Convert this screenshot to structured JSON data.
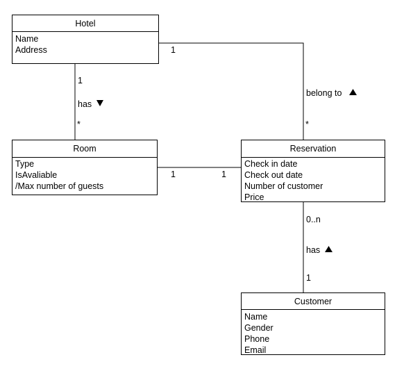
{
  "classes": {
    "hotel": {
      "name": "Hotel",
      "attributes": [
        "Name",
        "Address"
      ]
    },
    "room": {
      "name": "Room",
      "attributes": [
        "Type",
        "IsAvaliable",
        "/Max number of guests"
      ]
    },
    "reservation": {
      "name": "Reservation",
      "attributes": [
        "Check in date",
        "Check out date",
        "Number of customer",
        "Price"
      ]
    },
    "customer": {
      "name": "Customer",
      "attributes": [
        "Name",
        "Gender",
        "Phone",
        "Email"
      ]
    }
  },
  "associations": {
    "hotel_room": {
      "label": "has",
      "arrow": "down",
      "hotel_end": "1",
      "room_end": "*"
    },
    "hotel_reservation": {
      "label": "belong to",
      "arrow": "up",
      "hotel_end": "1",
      "reservation_end": "*"
    },
    "room_reservation": {
      "room_end": "1",
      "reservation_end": "1"
    },
    "reservation_customer": {
      "label": "has",
      "arrow": "up",
      "reservation_end": "0..n",
      "customer_end": "1"
    }
  }
}
